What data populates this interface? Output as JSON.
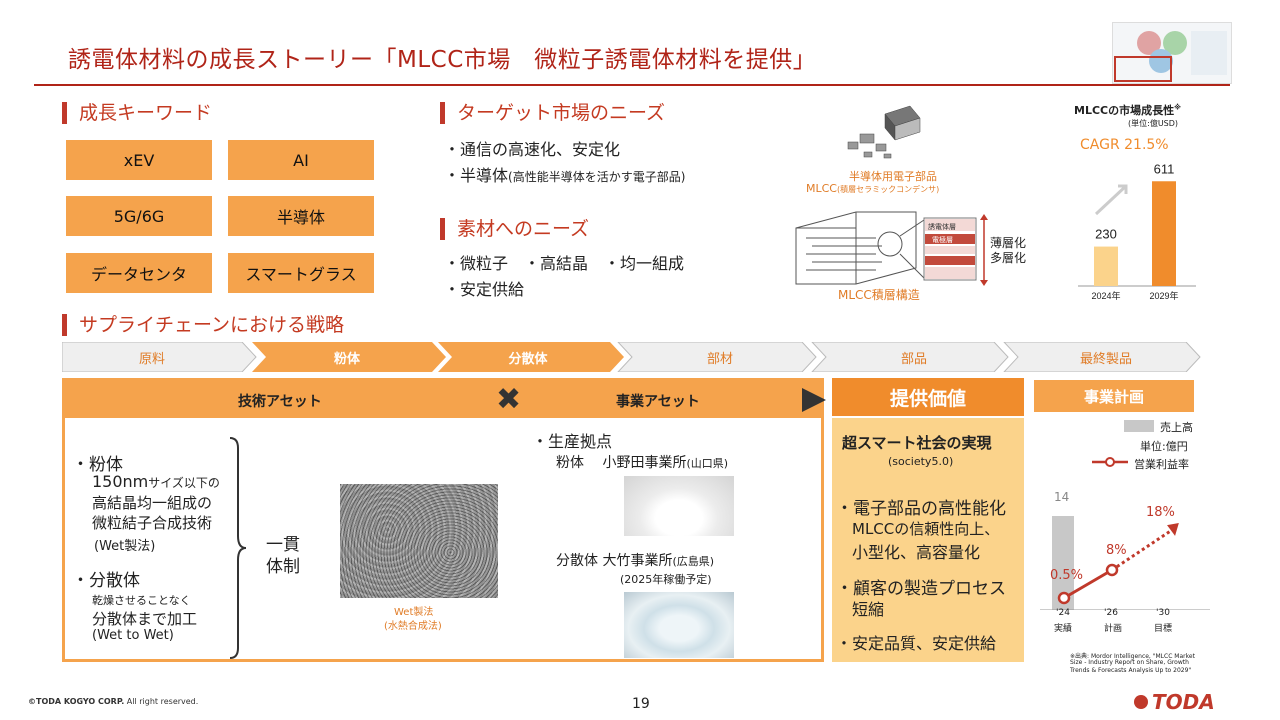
{
  "title": "誘電体材料の成長ストーリー「MLCC市場　微粒子誘電体材料を提供」",
  "growth": {
    "heading": "成長キーワード",
    "keywords": [
      "xEV",
      "AI",
      "5G/6G",
      "半導体",
      "データセンタ",
      "スマートグラス"
    ]
  },
  "target": {
    "heading": "ターゲット市場のニーズ",
    "b1": "・通信の高速化、安定化",
    "b2_main": "・半導体",
    "b2_small": "(高性能半導体を活かす電子部品)"
  },
  "material": {
    "heading": "素材へのニーズ",
    "b1": "・微粒子　・高結晶　・均一組成",
    "b2": "・安定供給"
  },
  "mlcc_diagram": {
    "caption1": "半導体用電子部品",
    "caption2_main": "MLCC",
    "caption2_small": "(積層セラミックコンデンサ)",
    "layer_top": "誘電体層",
    "layer_mid": "電極層",
    "side1": "薄層化",
    "side2": "多層化",
    "structure": "MLCC積層構造"
  },
  "market": {
    "title": "MLCCの市場成長性",
    "title_sup": "※",
    "unit": "(単位:億USD)",
    "cagr": "CAGR 21.5%"
  },
  "chart_data": [
    {
      "type": "bar",
      "categories": [
        "2024年",
        "2029年"
      ],
      "values": [
        230,
        611
      ],
      "title": "MLCCの市場成長性",
      "xlabel": "",
      "ylabel": ""
    },
    {
      "type": "bar+line",
      "categories": [
        "'24 実績",
        "'26 計画",
        "'30 目標"
      ],
      "series": [
        {
          "name": "売上高",
          "values": [
            14,
            null,
            null
          ]
        },
        {
          "name": "営業利益率",
          "values": [
            0.5,
            8,
            18
          ],
          "unit": "%"
        }
      ],
      "unit_label": "単位:億円"
    }
  ],
  "supply": {
    "heading": "サプライチェーンにおける戦略",
    "steps": [
      "原料",
      "粉体",
      "分散体",
      "部材",
      "部品",
      "最終製品"
    ]
  },
  "assets": {
    "tech": "技術アセット",
    "biz": "事業アセット",
    "powder_head": "・粉体",
    "powder_l1": "150nm",
    "powder_l1_small": "サイズ以下の",
    "powder_l2": "高結晶均一組成の",
    "powder_l3": "微粒結子合成技術",
    "powder_l4": "(Wet製法)",
    "disp_head": "・分散体",
    "disp_l1": "乾燥させることなく",
    "disp_l2": "分散体まで加工",
    "disp_l3": "(Wet to Wet)",
    "integrated1": "一貫",
    "integrated2": "体制",
    "wet1": "Wet製法",
    "wet2": "(水熱合成法)",
    "base_head": "・生産拠点",
    "base1_main": "粉体　 小野田事業所",
    "base1_small": "(山口県)",
    "base2_main": "分散体 大竹事業所",
    "base2_small": "(広島県)",
    "base2_note": "(2025年稼働予定)"
  },
  "value": {
    "heading": "提供価値",
    "sub1": "超スマート社会の実現",
    "sub2": "(society5.0)",
    "b1": "・電子部品の高性能化",
    "b1a": "MLCCの信頼性向上、",
    "b1b": "小型化、高容量化",
    "b2": "・顧客の製造プロセス",
    "b2a": "短縮",
    "b3": "・安定品質、安定供給"
  },
  "plan": {
    "heading": "事業計画",
    "legend_bar": "売上高",
    "unit": "単位:億円",
    "legend_line": "営業利益率",
    "bar_label": "14",
    "p1": "0.5%",
    "p2": "8%",
    "p3": "18%",
    "x1a": "'24",
    "x1b": "実績",
    "x2a": "'26",
    "x2b": "計画",
    "x3a": "'30",
    "x3b": "目標"
  },
  "source": {
    "l1": "※出典: Mordor Intelligence, \"MLCC Market",
    "l2": "Size - Industry Report on Share, Growth",
    "l3": "Trends &  Forecasts Analysis Up to 2029\""
  },
  "footer": {
    "copyright_brand": "©TODA KOGYO CORP.",
    "copyright_rest": " All right reserved.",
    "page": "19",
    "logo": "TODA"
  },
  "colors": {
    "brand_red": "#b02418",
    "orange": "#f5a34c",
    "deep_orange": "#f08c2c",
    "value_bg": "#fbd38b",
    "gray_bar": "#c8c8c8"
  }
}
